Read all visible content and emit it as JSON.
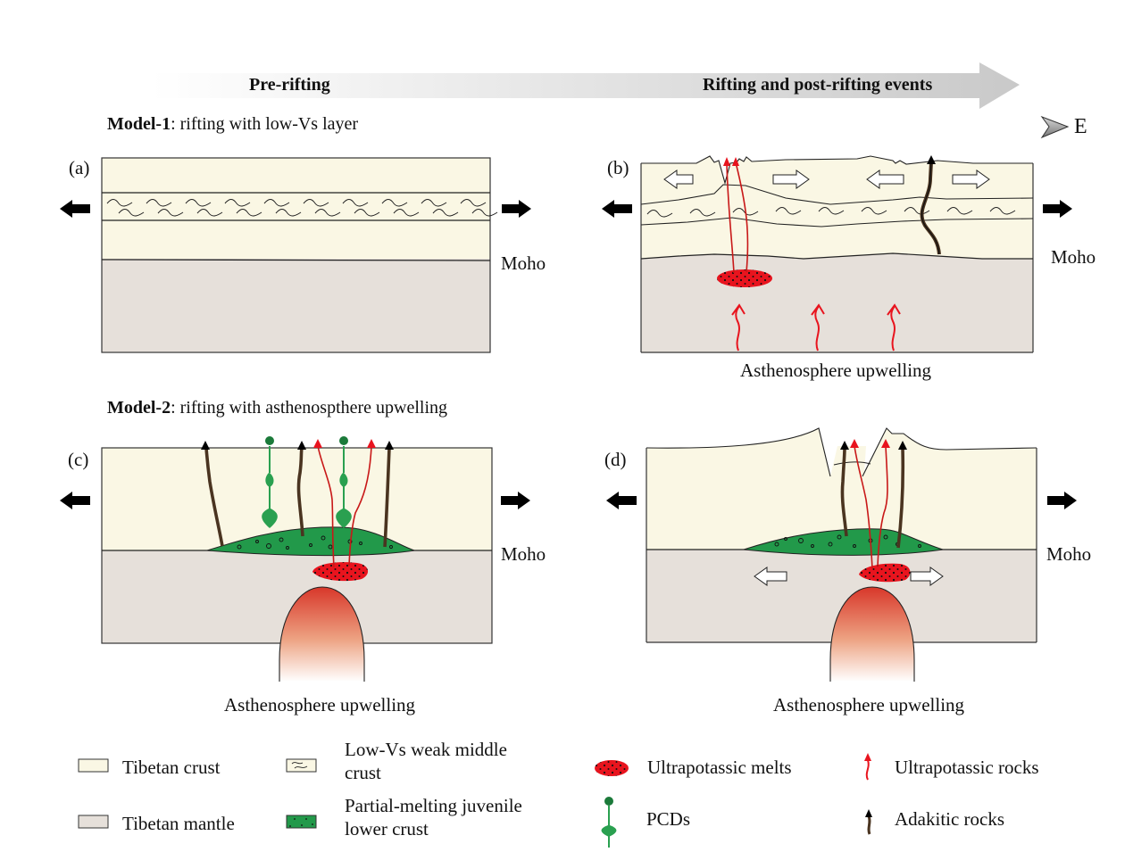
{
  "timeline": {
    "start_label": "Pre-rifting",
    "end_label": "Rifting and post-rifting events"
  },
  "orientation": {
    "label": "E",
    "icon": "arrowhead-east-icon"
  },
  "models": [
    {
      "name": "Model-1",
      "description": ": rifting with low-Vs layer"
    },
    {
      "name": "Model-2",
      "description": ": rifting with asthenospthere upwelling"
    }
  ],
  "panels": {
    "a": {
      "tag": "(a)",
      "moho": "Moho"
    },
    "b": {
      "tag": "(b)",
      "moho": "Moho",
      "caption": "Asthenosphere upwelling"
    },
    "c": {
      "tag": "(c)",
      "moho": "Moho",
      "caption": "Asthenosphere upwelling"
    },
    "d": {
      "tag": "(d)",
      "moho": "Moho",
      "caption": "Asthenosphere upwelling"
    }
  },
  "legend": {
    "items": [
      {
        "label": "Tibetan crust",
        "swatch": "#faf7e4"
      },
      {
        "label": "Low-Vs weak middle crust",
        "line1": "Low-Vs weak middle",
        "line2": "crust"
      },
      {
        "label": "Ultrapotassic melts",
        "swatch": "#e8141e"
      },
      {
        "label": "Ultrapotassic rocks",
        "swatch": "#e8141e"
      },
      {
        "label": "Tibetan mantle",
        "swatch": "#e6e0da"
      },
      {
        "label": "Partial-melting juvenile lower crust",
        "line1": "Partial-melting juvenile",
        "line2": "lower crust",
        "swatch": "#22994a"
      },
      {
        "label": "PCDs",
        "swatch": "#2aa050"
      },
      {
        "label": "Adakitic rocks",
        "swatch": "#4a3420"
      }
    ]
  },
  "colors": {
    "crust": "#faf7e4",
    "mantle": "#e6e0da",
    "juvenile": "#22994a",
    "melt": "#e8141e",
    "adakite": "#4a3420",
    "pcd": "#2aa050",
    "plume_top": "#d8372a",
    "timeline_arrow": "#cfcfcf"
  }
}
